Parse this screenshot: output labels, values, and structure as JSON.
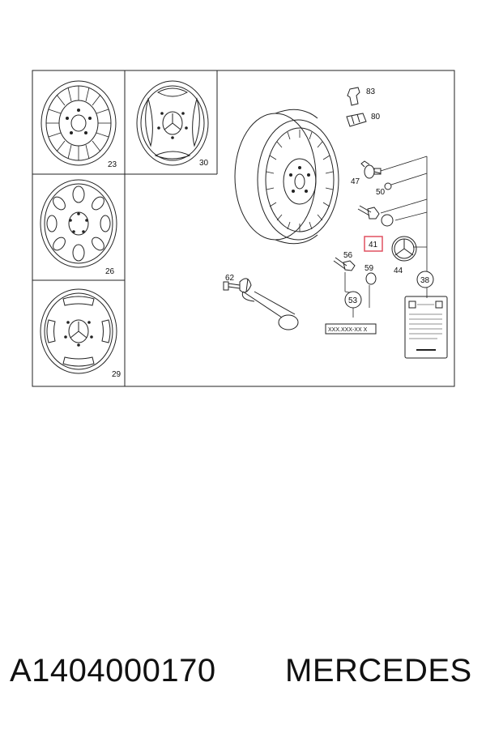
{
  "diagram": {
    "callouts": {
      "c23": "23",
      "c30": "30",
      "c26": "26",
      "c29": "29",
      "c83": "83",
      "c80": "80",
      "c47": "47",
      "c50": "50",
      "c41": "41",
      "c44": "44",
      "c56": "56",
      "c59": "59",
      "c38": "38",
      "c53": "53",
      "c62": "62"
    },
    "code_box": "XXX.XXX-XX X",
    "highlight_color": "#e05060"
  },
  "caption": {
    "part_number": "A1404000170",
    "brand": "MERCEDES"
  }
}
